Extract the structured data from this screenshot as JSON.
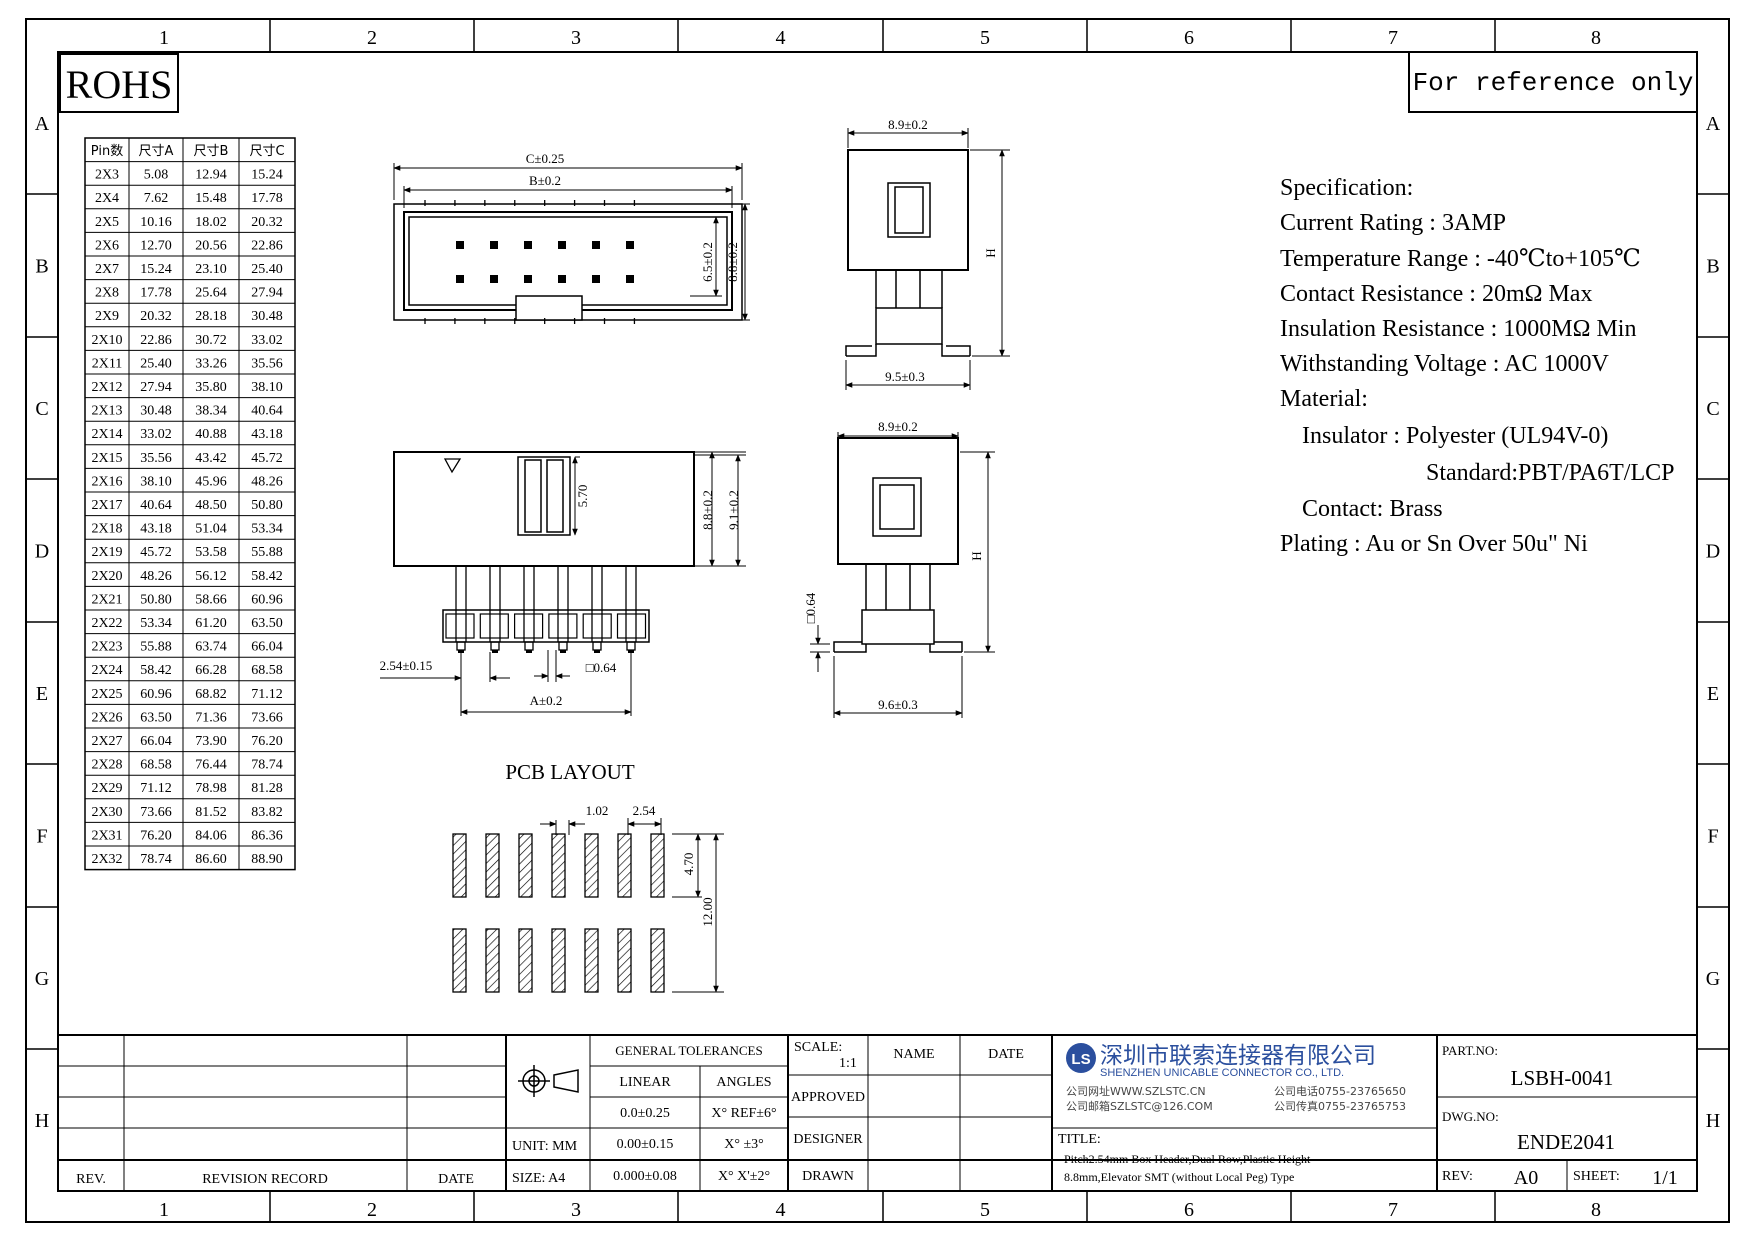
{
  "frame": {
    "columns": [
      "1",
      "2",
      "3",
      "4",
      "5",
      "6",
      "7",
      "8"
    ],
    "rows": [
      "A",
      "B",
      "C",
      "D",
      "E",
      "F",
      "G",
      "H"
    ]
  },
  "rohs": "ROHS",
  "reference_note": "For reference only",
  "pin_table": {
    "headers": [
      "Pin数",
      "尺寸A",
      "尺寸B",
      "尺寸C"
    ],
    "rows": [
      [
        "2X3",
        "5.08",
        "12.94",
        "15.24"
      ],
      [
        "2X4",
        "7.62",
        "15.48",
        "17.78"
      ],
      [
        "2X5",
        "10.16",
        "18.02",
        "20.32"
      ],
      [
        "2X6",
        "12.70",
        "20.56",
        "22.86"
      ],
      [
        "2X7",
        "15.24",
        "23.10",
        "25.40"
      ],
      [
        "2X8",
        "17.78",
        "25.64",
        "27.94"
      ],
      [
        "2X9",
        "20.32",
        "28.18",
        "30.48"
      ],
      [
        "2X10",
        "22.86",
        "30.72",
        "33.02"
      ],
      [
        "2X11",
        "25.40",
        "33.26",
        "35.56"
      ],
      [
        "2X12",
        "27.94",
        "35.80",
        "38.10"
      ],
      [
        "2X13",
        "30.48",
        "38.34",
        "40.64"
      ],
      [
        "2X14",
        "33.02",
        "40.88",
        "43.18"
      ],
      [
        "2X15",
        "35.56",
        "43.42",
        "45.72"
      ],
      [
        "2X16",
        "38.10",
        "45.96",
        "48.26"
      ],
      [
        "2X17",
        "40.64",
        "48.50",
        "50.80"
      ],
      [
        "2X18",
        "43.18",
        "51.04",
        "53.34"
      ],
      [
        "2X19",
        "45.72",
        "53.58",
        "55.88"
      ],
      [
        "2X20",
        "48.26",
        "56.12",
        "58.42"
      ],
      [
        "2X21",
        "50.80",
        "58.66",
        "60.96"
      ],
      [
        "2X22",
        "53.34",
        "61.20",
        "63.50"
      ],
      [
        "2X23",
        "55.88",
        "63.74",
        "66.04"
      ],
      [
        "2X24",
        "58.42",
        "66.28",
        "68.58"
      ],
      [
        "2X25",
        "60.96",
        "68.82",
        "71.12"
      ],
      [
        "2X26",
        "63.50",
        "71.36",
        "73.66"
      ],
      [
        "2X27",
        "66.04",
        "73.90",
        "76.20"
      ],
      [
        "2X28",
        "68.58",
        "76.44",
        "78.74"
      ],
      [
        "2X29",
        "71.12",
        "78.98",
        "81.28"
      ],
      [
        "2X30",
        "73.66",
        "81.52",
        "83.82"
      ],
      [
        "2X31",
        "76.20",
        "84.06",
        "86.36"
      ],
      [
        "2X32",
        "78.74",
        "86.60",
        "88.90"
      ]
    ]
  },
  "dims": {
    "c": "C±0.25",
    "b": "B±0.2",
    "a": "A±0.2",
    "h65": "6.5±0.2",
    "h88": "8.8±0.2",
    "h88b": "8.8±0.2",
    "h91": "9.1±0.2",
    "slot": "5.70",
    "pitch": "2.54±0.15",
    "pin": "□0.64",
    "pin_v": "□0.64",
    "w89_top": "8.9±0.2",
    "w95": "9.5±0.3",
    "h_top": "H",
    "w89_side": "8.9±0.2",
    "w96": "9.6±0.3",
    "h_side": "H"
  },
  "pcb": {
    "title": "PCB LAYOUT",
    "d102": "1.02",
    "d254": "2.54",
    "d470": "4.70",
    "d1200": "12.00"
  },
  "specification": {
    "title": "Specification:",
    "lines": [
      "Current Rating : 3AMP",
      "Temperature Range : -40℃to+105℃",
      "Contact Resistance : 20mΩ Max",
      "Insulation Resistance : 1000MΩ Min",
      "Withstanding Voltage : AC 1000V",
      "Material:",
      "Insulator : Polyester (UL94V-0)",
      "Standard:PBT/PA6T/LCP",
      "Contact: Brass",
      "Plating : Au or Sn Over 50u\" Ni"
    ]
  },
  "title_block": {
    "rev": "REV.",
    "revision_record": "REVISION RECORD",
    "date": "DATE",
    "unit": "UNIT: MM",
    "size": "SIZE: A4",
    "general_tolerances": "GENERAL TOLERANCES",
    "linear": "LINEAR",
    "angles": "ANGLES",
    "lin1": "0.0±0.25",
    "lin2": "0.00±0.15",
    "lin3": "0.000±0.08",
    "ang1": "X° REF±6°",
    "ang2": "X° ±3°",
    "ang3": "X° X'±2°",
    "scale": "SCALE:",
    "scale_value": "1:1",
    "name": "NAME",
    "date2": "DATE",
    "approved": "APPROVED",
    "designer": "DESIGNER",
    "drawn": "DRAWN",
    "company_cn": "深圳市联索连接器有限公司",
    "company_en": "SHENZHEN UNICABLE CONNECTOR CO., LTD.",
    "web": "公司网址WWW.SZLSTC.CN",
    "email": "公司邮箱SZLSTC@126.COM",
    "phone": "公司电话0755-23765650",
    "fax": "公司传真0755-23765753",
    "title_label": "TITLE:",
    "title_line1": "Pitch2.54mm Box Header,Dual Row,Plastic Height",
    "title_line2": "8.8mm,Elevator SMT (without Local Peg) Type",
    "part_no_label": "PART.NO:",
    "part_no": "LSBH-0041",
    "dwg_no_label": "DWG.NO:",
    "dwg_no": "ENDE2041",
    "rev_label": "REV:",
    "rev_value": "A0",
    "sheet_label": "SHEET:",
    "sheet_value": "1/1"
  }
}
